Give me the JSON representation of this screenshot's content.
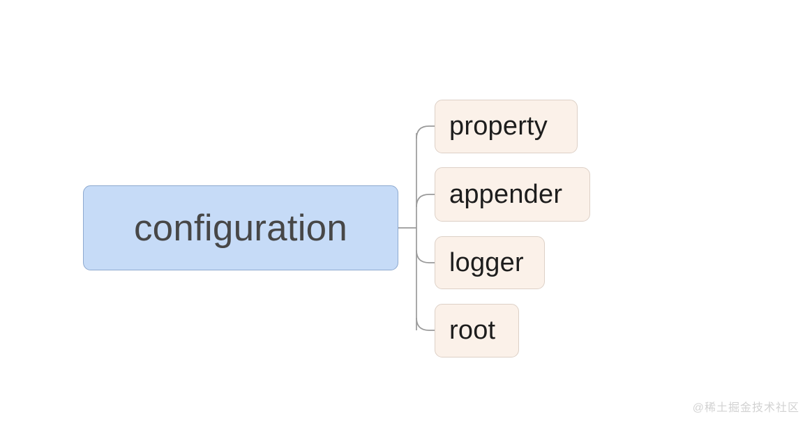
{
  "diagram": {
    "type": "mindmap",
    "orientation": "left-to-right",
    "background_color": "#ffffff",
    "root": {
      "label": "configuration",
      "fill_color": "#c6dbf7",
      "border_color": "#8da9cf",
      "text_color": "#474747"
    },
    "children": [
      {
        "label": "property",
        "fill_color": "#fbf1e9",
        "border_color": "#ddd0c6",
        "text_color": "#1d1d1d"
      },
      {
        "label": "appender",
        "fill_color": "#fbf1e9",
        "border_color": "#ddd0c6",
        "text_color": "#1d1d1d"
      },
      {
        "label": "logger",
        "fill_color": "#fbf1e9",
        "border_color": "#ddd0c6",
        "text_color": "#1d1d1d"
      },
      {
        "label": "root",
        "fill_color": "#fbf1e9",
        "border_color": "#ddd0c6",
        "text_color": "#1d1d1d"
      }
    ],
    "connector_color": "#9a9a9a"
  },
  "watermark": {
    "text": "@稀土掘金技术社区",
    "color": "#d2d2d2"
  }
}
